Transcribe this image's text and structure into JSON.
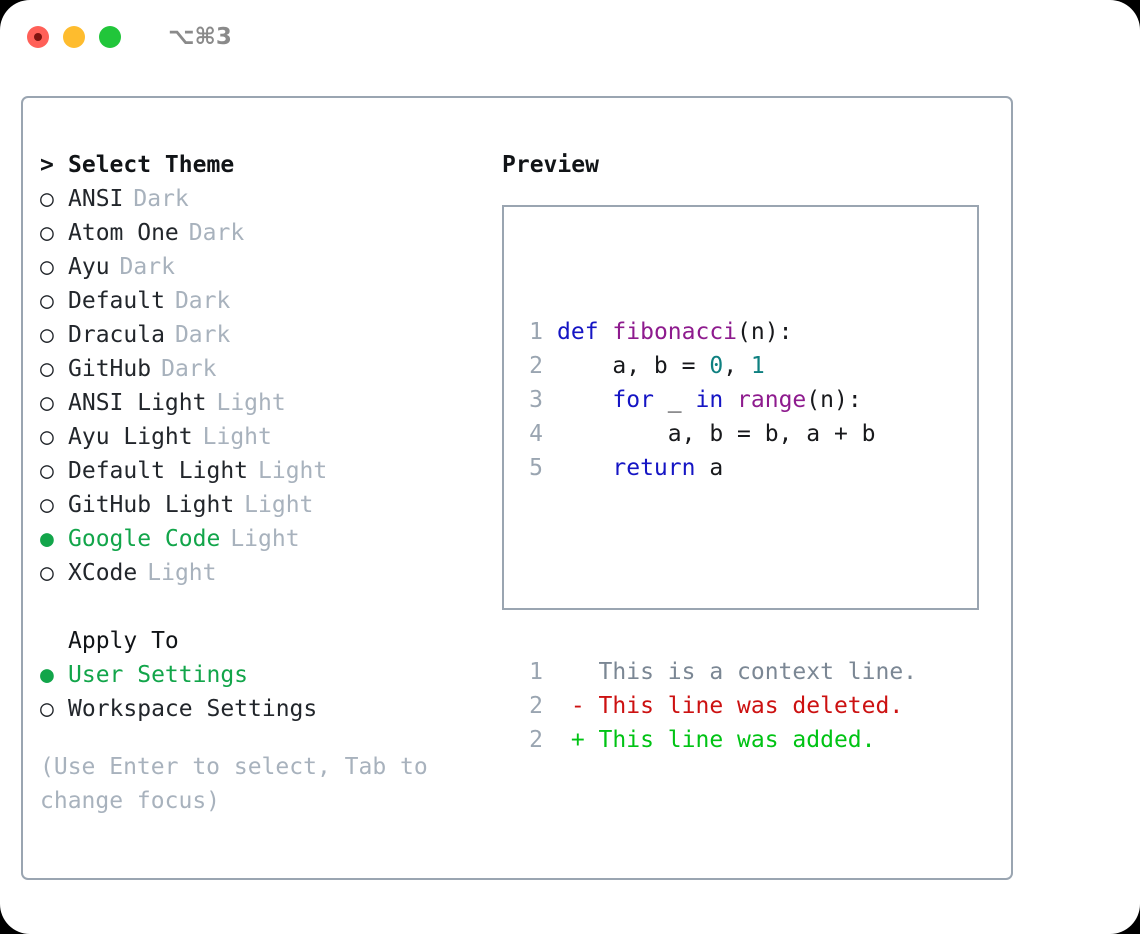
{
  "titlebar": {
    "traffic_lights": [
      "close-red",
      "minimize-yellow",
      "maximize-green"
    ],
    "shortcut": "⌥⌘3"
  },
  "theme_picker": {
    "header_marker": ">",
    "header_label": "Select Theme",
    "unselected_marker": "○",
    "selected_marker": "●",
    "items": [
      {
        "marker": "○",
        "name": "ANSI",
        "category": "Dark",
        "selected": false
      },
      {
        "marker": "○",
        "name": "Atom One",
        "category": "Dark",
        "selected": false
      },
      {
        "marker": "○",
        "name": "Ayu",
        "category": "Dark",
        "selected": false
      },
      {
        "marker": "○",
        "name": "Default",
        "category": "Dark",
        "selected": false
      },
      {
        "marker": "○",
        "name": "Dracula",
        "category": "Dark",
        "selected": false
      },
      {
        "marker": "○",
        "name": "GitHub",
        "category": "Dark",
        "selected": false
      },
      {
        "marker": "○",
        "name": "ANSI Light",
        "category": "Light",
        "selected": false
      },
      {
        "marker": "○",
        "name": "Ayu Light",
        "category": "Light",
        "selected": false
      },
      {
        "marker": "○",
        "name": "Default Light",
        "category": "Light",
        "selected": false
      },
      {
        "marker": "○",
        "name": "GitHub Light",
        "category": "Light",
        "selected": false
      },
      {
        "marker": "●",
        "name": "Google Code",
        "category": "Light",
        "selected": true
      },
      {
        "marker": "○",
        "name": "XCode",
        "category": "Light",
        "selected": false
      }
    ]
  },
  "apply_to": {
    "header_label": "Apply To",
    "options": [
      {
        "marker": "●",
        "label": "User Settings",
        "selected": true
      },
      {
        "marker": "○",
        "label": "Workspace Settings",
        "selected": false
      }
    ]
  },
  "hint": "(Use Enter to select, Tab to change focus)",
  "preview": {
    "title": "Preview",
    "code_lines": [
      {
        "lineno": "1",
        "tokens": [
          {
            "t": "def",
            "c": "kw"
          },
          {
            "t": " ",
            "c": "plain"
          },
          {
            "t": "fibonacci",
            "c": "fn"
          },
          {
            "t": "(n):",
            "c": "plain"
          }
        ]
      },
      {
        "lineno": "2",
        "tokens": [
          {
            "t": "    a, b = ",
            "c": "plain"
          },
          {
            "t": "0",
            "c": "num"
          },
          {
            "t": ", ",
            "c": "plain"
          },
          {
            "t": "1",
            "c": "num"
          }
        ]
      },
      {
        "lineno": "3",
        "tokens": [
          {
            "t": "    ",
            "c": "plain"
          },
          {
            "t": "for",
            "c": "kw"
          },
          {
            "t": " _ ",
            "c": "plain"
          },
          {
            "t": "in",
            "c": "kw"
          },
          {
            "t": " ",
            "c": "plain"
          },
          {
            "t": "range",
            "c": "fn"
          },
          {
            "t": "(n):",
            "c": "plain"
          }
        ]
      },
      {
        "lineno": "4",
        "tokens": [
          {
            "t": "        a, b = b, a + b",
            "c": "plain"
          }
        ]
      },
      {
        "lineno": "5",
        "tokens": [
          {
            "t": "    ",
            "c": "plain"
          },
          {
            "t": "return",
            "c": "kw"
          },
          {
            "t": " a",
            "c": "plain"
          }
        ]
      }
    ],
    "diff_lines": [
      {
        "lineno": "1",
        "sign": " ",
        "text": "This is a context line.",
        "kind": "ctx"
      },
      {
        "lineno": "2",
        "sign": "-",
        "text": "This line was deleted.",
        "kind": "del"
      },
      {
        "lineno": "2",
        "sign": "+",
        "text": "This line was added.",
        "kind": "add"
      }
    ]
  },
  "colors": {
    "accent_green": "#12a54a",
    "muted": "#a8b2bd",
    "border": "#9aa5b1",
    "keyword": "#1515c4",
    "function": "#8e1b8e",
    "number": "#0e8080",
    "diff_deleted": "#cc1111",
    "diff_added": "#00c314",
    "text": "#22262b"
  }
}
